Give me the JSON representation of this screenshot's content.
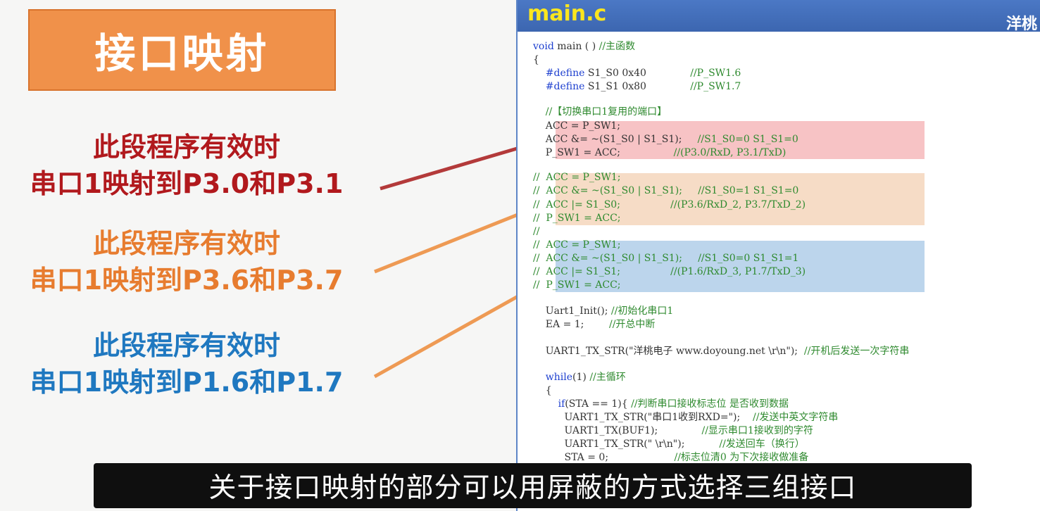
{
  "slide": {
    "title": "接口映射",
    "descriptions": [
      {
        "line1": "此段程序有效时",
        "line2": "串口1映射到P3.0和P3.1",
        "color": "#b1191d"
      },
      {
        "line1": "此段程序有效时",
        "line2": "串口1映射到P3.6和P3.7",
        "color": "#e77c2f"
      },
      {
        "line1": "此段程序有效时",
        "line2": "串口1映射到P1.6和P1.7",
        "color": "#1f78c0"
      }
    ]
  },
  "code_panel": {
    "filename": "main.c",
    "brand": "洋桃",
    "highlight_colors": {
      "red": "#f7c3c5",
      "orange": "#f6dcc6",
      "blue": "#bcd5ec"
    },
    "lines": [
      {
        "t": "void",
        "r": " main ( )",
        "c": " //主函数"
      },
      {
        "r": "{"
      },
      {
        "t": "    #define",
        "r": " S1_S0 0x40",
        "c": "              //P_SW1.6"
      },
      {
        "t": "    #define",
        "r": " S1_S1 0x80",
        "c": "              //P_SW1.7"
      },
      {
        "c": "    //【切换串口1复用的端口】"
      },
      {
        "r": "    ACC = P_SW1;"
      },
      {
        "r": "    ACC &= ~(S1_S0 | S1_S1);",
        "c": "     //S1_S0=0 S1_S1=0"
      },
      {
        "r": "    P_SW1 = ACC;",
        "c": "                 //(P3.0/RxD, P3.1/TxD)"
      },
      {
        "c": "//  ACC = P_SW1;"
      },
      {
        "c": "//  ACC &= ~(S1_S0 | S1_S1);     //S1_S0=1 S1_S1=0"
      },
      {
        "c": "//  ACC |= S1_S0;                //(P3.6/RxD_2, P3.7/TxD_2)"
      },
      {
        "c": "//  P_SW1 = ACC;"
      },
      {
        "c": "//"
      },
      {
        "c": "//  ACC = P_SW1;"
      },
      {
        "c": "//  ACC &= ~(S1_S0 | S1_S1);     //S1_S0=0 S1_S1=1"
      },
      {
        "c": "//  ACC |= S1_S1;                //(P1.6/RxD_3, P1.7/TxD_3)"
      },
      {
        "c": "//  P_SW1 = ACC;"
      },
      {
        "r": "    Uart1_Init();",
        "c": " //初始化串口1"
      },
      {
        "r": "    EA = 1;",
        "c": "        //开总中断"
      },
      {
        "r": "    UART1_TX_STR(\"洋桃电子 www.doyoung.net \\r\\n\");",
        "c": "  //开机后发送一次字符串"
      },
      {
        "t": "    while",
        "r": "(1)",
        "c": " //主循环"
      },
      {
        "r": "    {"
      },
      {
        "t": "        if",
        "r": "(STA == 1){",
        "c": " //判断串口接收标志位 是否收到数据"
      },
      {
        "r": "          UART1_TX_STR(\"串口1收到RXD=\");",
        "c": "    //发送中英文字符串"
      },
      {
        "r": "          UART1_TX(BUF1);",
        "c": "              //显示串口1接收到的字符"
      },
      {
        "r": "          UART1_TX_STR(\" \\r\\n\");",
        "c": "           //发送回车（换行）"
      },
      {
        "r": "          STA = 0;",
        "c": "                     //标志位清0 为下次接收做准备"
      }
    ]
  },
  "subtitle": "关于接口映射的部分可以用屏蔽的方式选择三组接口"
}
